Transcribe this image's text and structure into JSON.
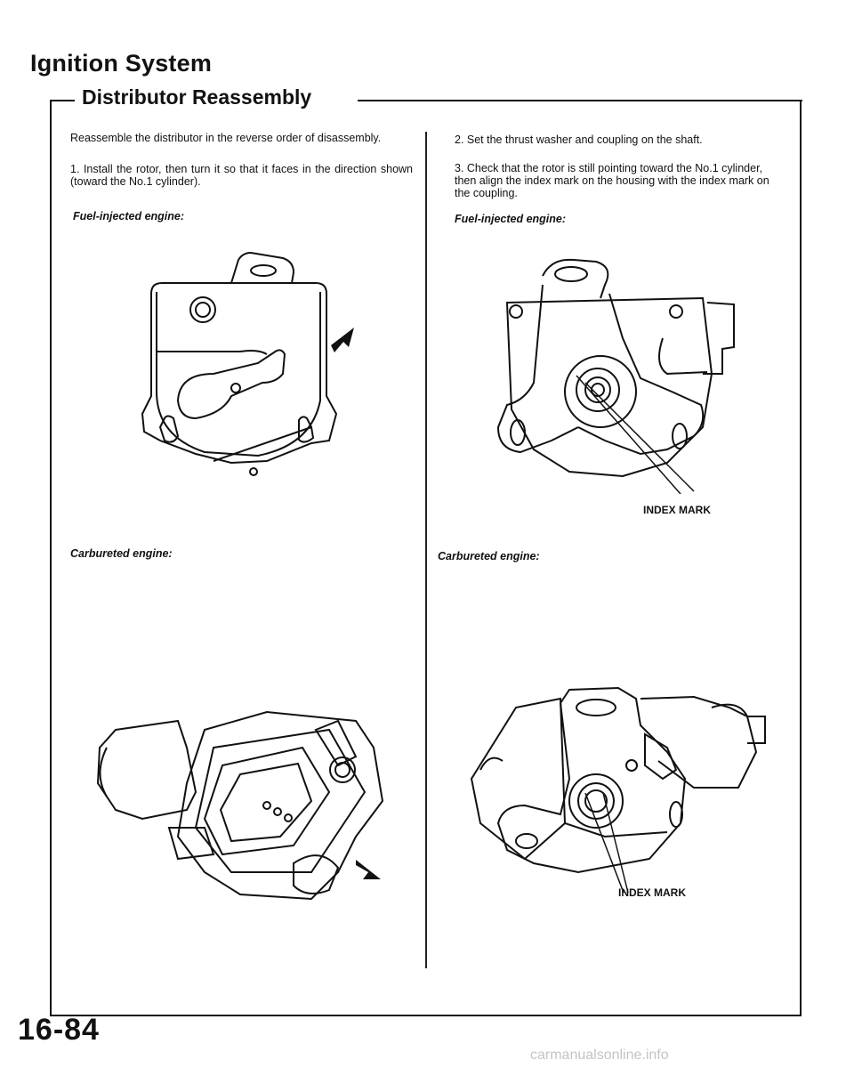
{
  "header": {
    "title": "Ignition System",
    "section": "Distributor Reassembly"
  },
  "left": {
    "intro": "Reassemble the distributor in the reverse order of disassembly.",
    "step1": "1. Install the rotor, then turn it so that it faces in the direction shown (toward the No.1 cylinder).",
    "fuel_label": "Fuel-injected engine:",
    "carb_label": "Carbureted engine:"
  },
  "right": {
    "step2": "2. Set the thrust washer and coupling on the shaft.",
    "step3": "3. Check that the rotor is still pointing toward the No.1 cylinder, then align the index mark on the housing with the index mark on the coupling.",
    "fuel_label": "Fuel-injected engine:",
    "carb_label": "Carbureted engine:",
    "callout_top": "INDEX MARK",
    "callout_bottom": "INDEX MARK"
  },
  "footer": {
    "page_number": "16-84",
    "watermark": "carmanualsonline.info"
  }
}
